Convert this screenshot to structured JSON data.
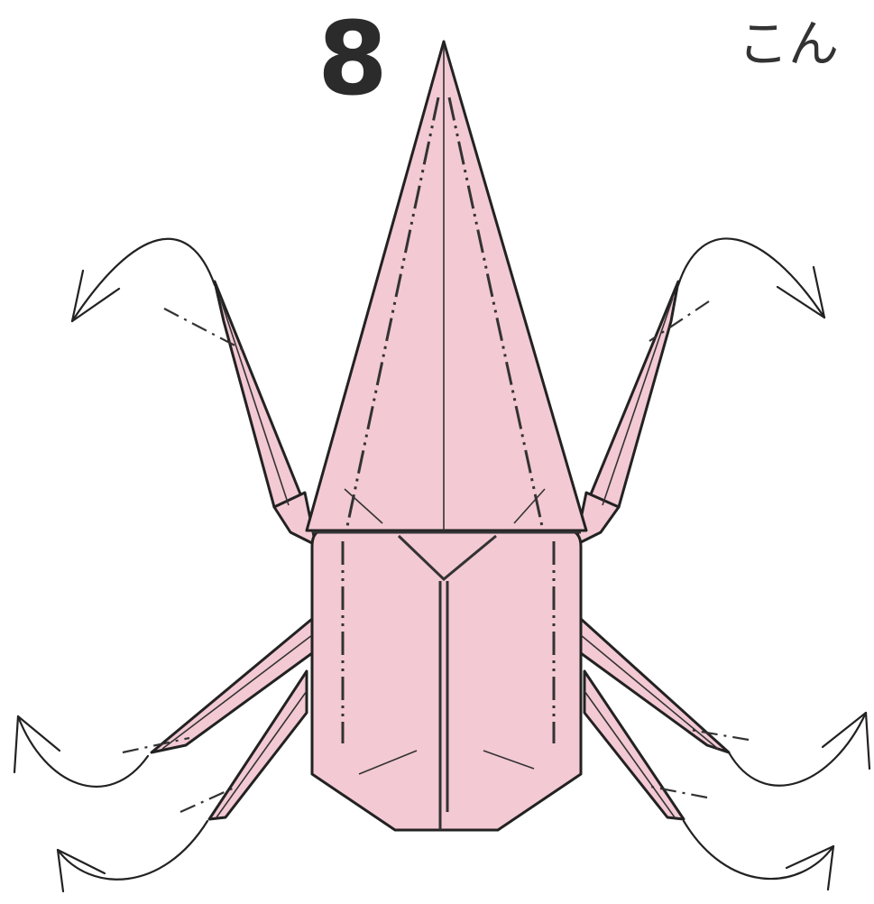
{
  "step": {
    "number": "8"
  },
  "caption": {
    "text": "こん"
  },
  "colors": {
    "paper": "#f3c9d4",
    "line": "#222222"
  },
  "diagram": {
    "subject": "origami beetle",
    "arrows_shown": 6
  }
}
